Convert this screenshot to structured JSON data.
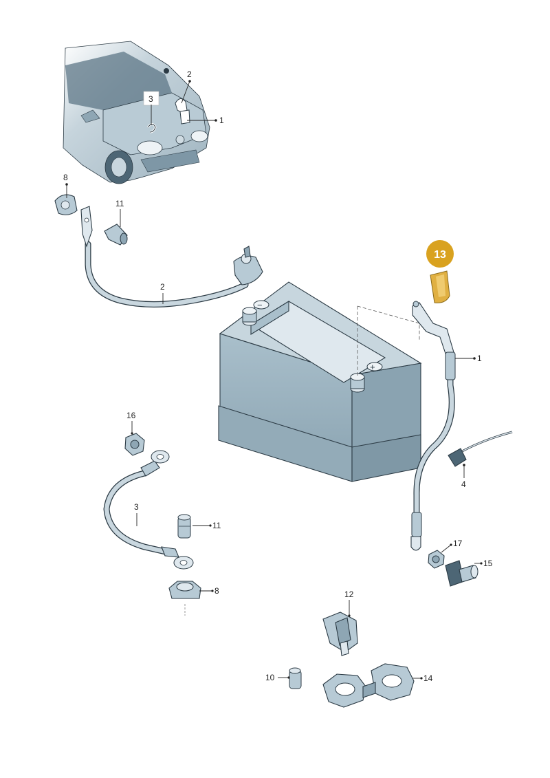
{
  "callouts": {
    "car_1": "1",
    "car_2": "2",
    "car_3": "3",
    "cable2_8": "8",
    "cable2_11": "11",
    "cable2_2": "2",
    "highlight_13": "13",
    "cable1_1": "1",
    "sensor_4": "4",
    "nut_16": "16",
    "cable3_3": "3",
    "cap_11": "11",
    "holder_8": "8",
    "nut_17": "17",
    "plug_15": "15",
    "clip_12": "12",
    "cap_10": "10",
    "holder_14": "14"
  },
  "battery": {
    "minus_symbol": "−",
    "plus_symbol": "+"
  },
  "colors": {
    "part_fill": "#b7cad5",
    "part_dark": "#8ea6b4",
    "part_light": "#dfe8ee",
    "outline": "#2b3a44",
    "highlight_badge": "#d9a21f",
    "highlight_part": "#e0b042"
  }
}
